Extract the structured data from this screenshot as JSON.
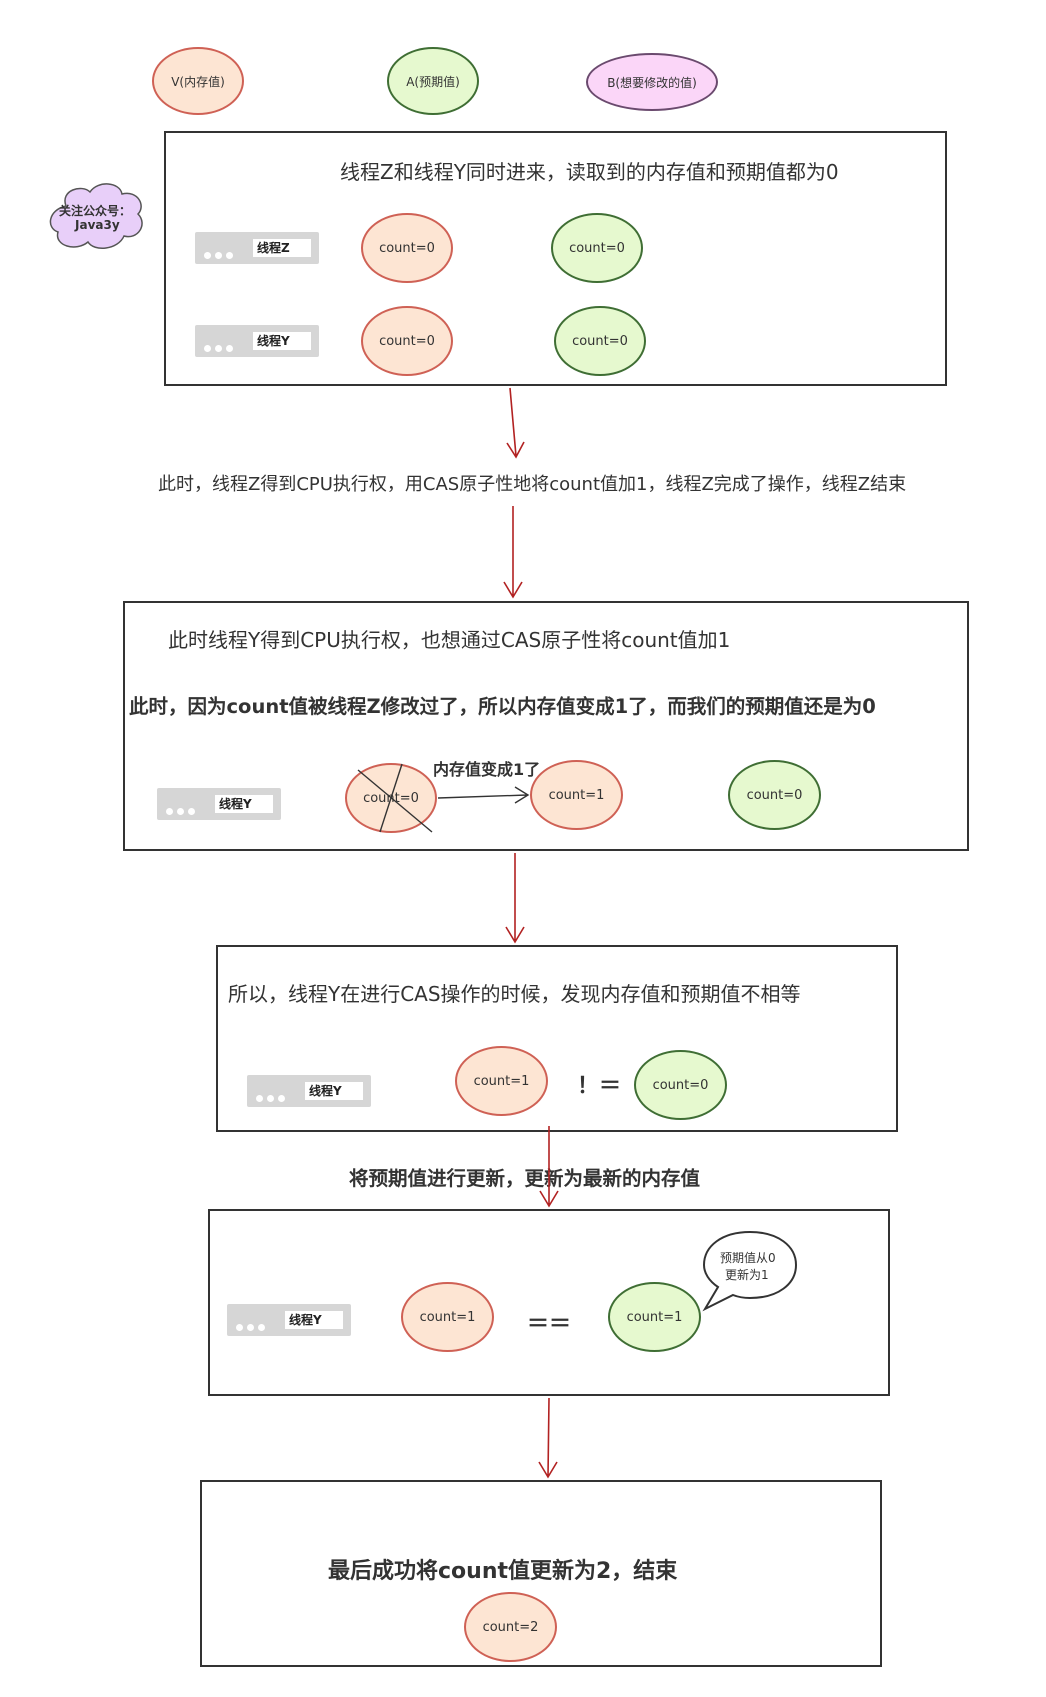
{
  "legend": {
    "memory": "V(内存值)",
    "expected": "A(预期值)",
    "new_value": "B(想要修改的值)"
  },
  "cloud": {
    "line1": "关注公众号：",
    "line2": "Java3y"
  },
  "step1": {
    "title": "线程Z和线程Y同时进来，读取到的内存值和预期值都为0",
    "thread_z": "线程Z",
    "thread_y": "线程Y",
    "z_mem": "count=0",
    "z_exp": "count=0",
    "y_mem": "count=0",
    "y_exp": "count=0"
  },
  "caption1": "此时，线程Z得到CPU执行权，用CAS原子性地将count值加1，线程Z完成了操作，线程Z结束",
  "step2": {
    "title": "此时线程Y得到CPU执行权，也想通过CAS原子性将count值加1",
    "subtitle": "此时，因为count值被线程Z修改过了，所以内存值变成1了，而我们的预期值还是为0",
    "change_label": "内存值变成1了",
    "thread_y": "线程Y",
    "old_mem": "count=0",
    "new_mem": "count=1",
    "exp": "count=0"
  },
  "step3": {
    "title": "所以，线程Y在进行CAS操作的时候，发现内存值和预期值不相等",
    "thread_y": "线程Y",
    "mem": "count=1",
    "op": "！＝",
    "exp": "count=0"
  },
  "caption2": "将预期值进行更新，更新为最新的内存值",
  "step4": {
    "thread_y": "线程Y",
    "mem": "count=1",
    "op": "＝＝",
    "exp": "count=1",
    "bubble_line1": "预期值从0",
    "bubble_line2": "更新为1"
  },
  "step5": {
    "title": "最后成功将count值更新为2，结束",
    "mem": "count=2"
  },
  "colors": {
    "arrow": "#b22222",
    "memory_fill": "#fde5d3",
    "expected_fill": "#e6f9cf",
    "new_fill": "#fbd6f8"
  }
}
